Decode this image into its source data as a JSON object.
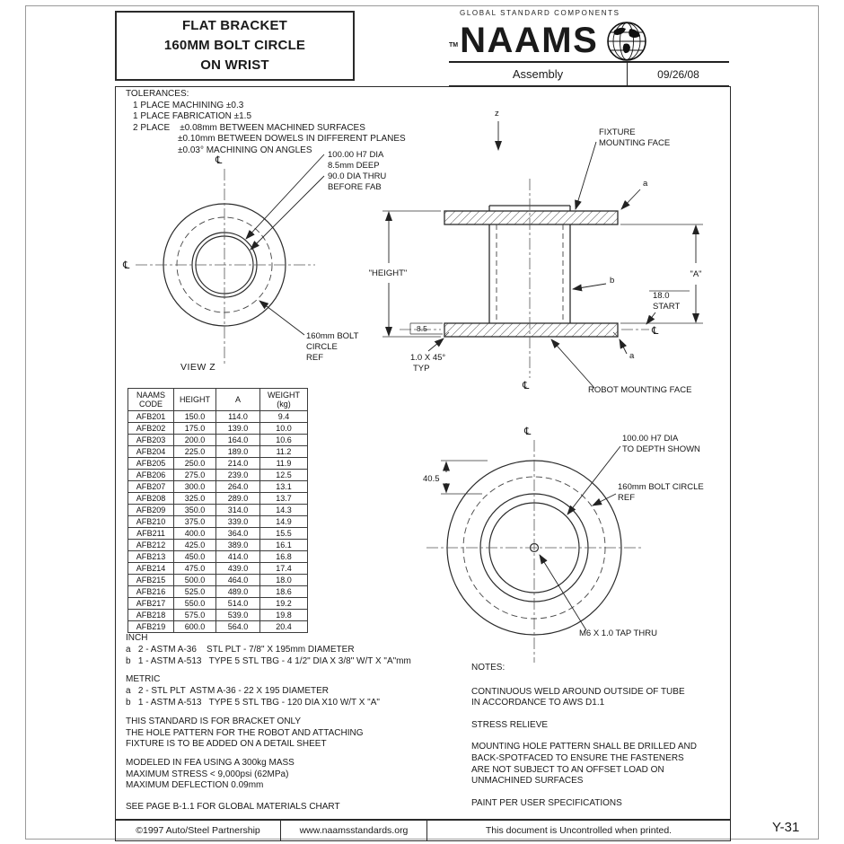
{
  "header": {
    "title_lines": [
      "FLAT BRACKET",
      "160MM BOLT CIRCLE",
      "ON WRIST"
    ],
    "brand": {
      "tagline": "GLOBAL STANDARD COMPONENTS",
      "tm": "TM",
      "name": "NAAMS",
      "subtitle": "Assembly",
      "date": "09/26/08"
    }
  },
  "symbols": {
    "centerline": "℄"
  },
  "tolerances": {
    "heading": "TOLERANCES:",
    "line1": "1 PLACE MACHINING ±0.3",
    "line2": "1 PLACE FABRICATION ±1.5",
    "line3": "2 PLACE    ±0.08mm BETWEEN MACHINED SURFACES",
    "line4": "±0.10mm BETWEEN DOWELS IN DIFFERENT PLANES",
    "line5": "±0.03° MACHINING ON ANGLES"
  },
  "view_z": {
    "bore_line1": "100.00 H7 DIA",
    "bore_line2": "8.5mm DEEP",
    "thru_line1": "90.0 DIA THRU",
    "thru_line2": "BEFORE FAB",
    "bolt_line1": "160mm BOLT",
    "bolt_line2": "CIRCLE",
    "bolt_line3": "REF",
    "caption": "VIEW Z"
  },
  "section_view": {
    "axis_label": "z",
    "fixture_line1": "FIXTURE",
    "fixture_line2": "MOUNTING FACE",
    "height_dim": "\"HEIGHT\"",
    "a_dim": "\"A\"",
    "mark_a": "a",
    "mark_b": "b",
    "start_line1": "18.0",
    "start_line2": "START",
    "plate_dim": "8.5",
    "chamfer_line1": "1.0 X 45°",
    "chamfer_line2": "TYP",
    "robot_face": "ROBOT MOUNTING FACE"
  },
  "detail_view": {
    "bore_line1": "100.00 H7 DIA",
    "bore_line2": "TO DEPTH SHOWN",
    "bolt_line1": "160mm BOLT CIRCLE",
    "bolt_line2": "REF",
    "tap_label": "M6 X 1.0 TAP THRU",
    "depth_dim": "40.5"
  },
  "table": {
    "headers": [
      "NAAMS\nCODE",
      "HEIGHT",
      "A",
      "WEIGHT\n(kg)"
    ],
    "rows": [
      [
        "AFB201",
        "150.0",
        "114.0",
        "9.4"
      ],
      [
        "AFB202",
        "175.0",
        "139.0",
        "10.0"
      ],
      [
        "AFB203",
        "200.0",
        "164.0",
        "10.6"
      ],
      [
        "AFB204",
        "225.0",
        "189.0",
        "11.2"
      ],
      [
        "AFB205",
        "250.0",
        "214.0",
        "11.9"
      ],
      [
        "AFB206",
        "275.0",
        "239.0",
        "12.5"
      ],
      [
        "AFB207",
        "300.0",
        "264.0",
        "13.1"
      ],
      [
        "AFB208",
        "325.0",
        "289.0",
        "13.7"
      ],
      [
        "AFB209",
        "350.0",
        "314.0",
        "14.3"
      ],
      [
        "AFB210",
        "375.0",
        "339.0",
        "14.9"
      ],
      [
        "AFB211",
        "400.0",
        "364.0",
        "15.5"
      ],
      [
        "AFB212",
        "425.0",
        "389.0",
        "16.1"
      ],
      [
        "AFB213",
        "450.0",
        "414.0",
        "16.8"
      ],
      [
        "AFB214",
        "475.0",
        "439.0",
        "17.4"
      ],
      [
        "AFB215",
        "500.0",
        "464.0",
        "18.0"
      ],
      [
        "AFB216",
        "525.0",
        "489.0",
        "18.6"
      ],
      [
        "AFB217",
        "550.0",
        "514.0",
        "19.2"
      ],
      [
        "AFB218",
        "575.0",
        "539.0",
        "19.8"
      ],
      [
        "AFB219",
        "600.0",
        "564.0",
        "20.4"
      ]
    ]
  },
  "materials": {
    "inch_heading": "INCH",
    "inch_a": "a   2 - ASTM A-36    STL PLT - 7/8\" X 195mm DIAMETER",
    "inch_b": "b   1 - ASTM A-513   TYPE 5 STL TBG - 4 1/2\" DIA X 3/8\" W/T X \"A\"mm",
    "metric_heading": "METRIC",
    "metric_a": "a   2 - STL PLT  ASTM A-36 - 22 X 195 DIAMETER",
    "metric_b": "b   1 - ASTM A-513   TYPE 5 STL TBG - 120 DIA X10 W/T X \"A\""
  },
  "statements": {
    "scope": "THIS STANDARD IS FOR BRACKET ONLY\nTHE HOLE PATTERN FOR THE ROBOT AND ATTACHING\nFIXTURE IS TO BE ADDED ON A DETAIL SHEET",
    "fea": "MODELED IN FEA USING A 300kg MASS\nMAXIMUM STRESS < 9,000psi (62MPa)\nMAXIMUM DEFLECTION 0.09mm",
    "see_page": "SEE PAGE B-1.1 FOR GLOBAL MATERIALS CHART"
  },
  "notes": {
    "heading": "NOTES:",
    "p1": "CONTINUOUS WELD AROUND OUTSIDE OF TUBE\nIN ACCORDANCE TO AWS D1.1",
    "p2": "STRESS RELIEVE",
    "p3": "MOUNTING HOLE PATTERN SHALL BE DRILLED AND\nBACK-SPOTFACED TO ENSURE THE FASTENERS\nARE NOT SUBJECT TO AN OFFSET LOAD ON\nUNMACHINED SURFACES",
    "p4": "PAINT PER USER SPECIFICATIONS"
  },
  "footer": {
    "copyright": "©1997 Auto/Steel Partnership",
    "url": "www.naamsstandards.org",
    "uncontrolled": "This document is Uncontrolled when printed.",
    "page_code": "Y-31"
  }
}
